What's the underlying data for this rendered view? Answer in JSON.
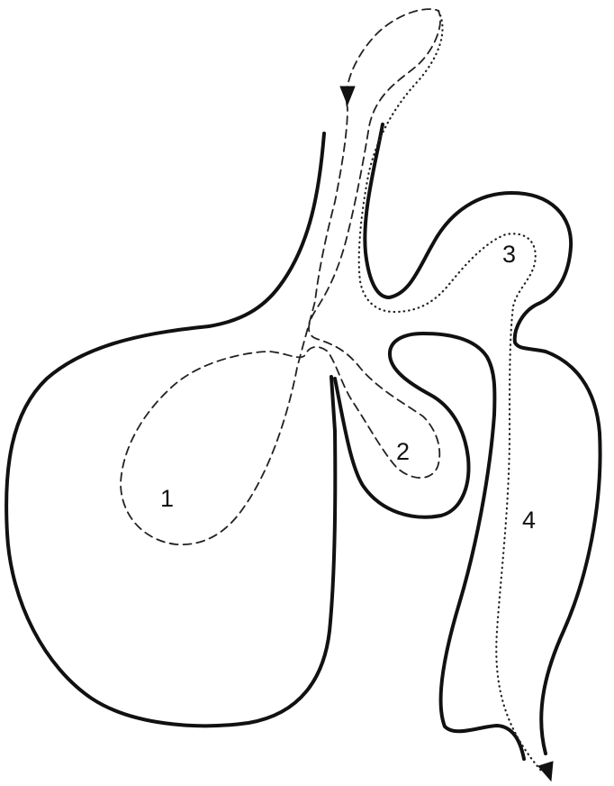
{
  "diagram": {
    "labels": {
      "region_1": "1",
      "region_2": "2",
      "region_3": "3",
      "region_4": "4"
    }
  }
}
